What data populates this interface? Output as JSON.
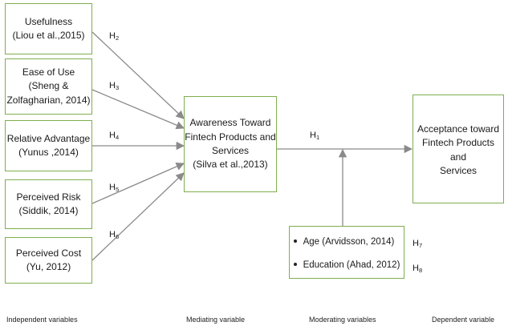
{
  "independent": [
    {
      "line1": "Usefulness",
      "line2": "(Liou et al.,2015)",
      "line3": "",
      "hyp": "H",
      "hyp_sub": "2"
    },
    {
      "line1": "Ease of Use",
      "line2": "(Sheng &",
      "line3": "Zolfagharian, 2014)",
      "hyp": "H",
      "hyp_sub": "3"
    },
    {
      "line1": "Relative Advantage",
      "line2": "(Yunus ,2014)",
      "line3": "",
      "hyp": "H",
      "hyp_sub": "4"
    },
    {
      "line1": "Perceived Risk",
      "line2": "(Siddik, 2014)",
      "line3": "",
      "hyp": "H",
      "hyp_sub": "5"
    },
    {
      "line1": "Perceived Cost",
      "line2": "(Yu, 2012)",
      "line3": "",
      "hyp": "H",
      "hyp_sub": "6"
    }
  ],
  "mediating": {
    "line1": "Awareness Toward",
    "line2": "Fintech Products and",
    "line3": "Services",
    "line4": "(Silva et al.,2013)"
  },
  "dependent": {
    "line1": "Acceptance toward",
    "line2": "Fintech Products and",
    "line3": "Services"
  },
  "main_hypothesis": {
    "h": "H",
    "sub": "1"
  },
  "moderating": [
    {
      "label": "Age (Arvidsson, 2014)",
      "hyp": "H",
      "hyp_sub": "7"
    },
    {
      "label": "Education (Ahad, 2012)",
      "hyp": "H",
      "hyp_sub": "8"
    }
  ],
  "footer": {
    "independent": "Independent variables",
    "mediating": "Mediating variable",
    "moderating": "Moderating variables",
    "dependent": "Dependent variable"
  },
  "colors": {
    "box_border": "#7fae4e",
    "arrow": "#8a8a8a"
  }
}
